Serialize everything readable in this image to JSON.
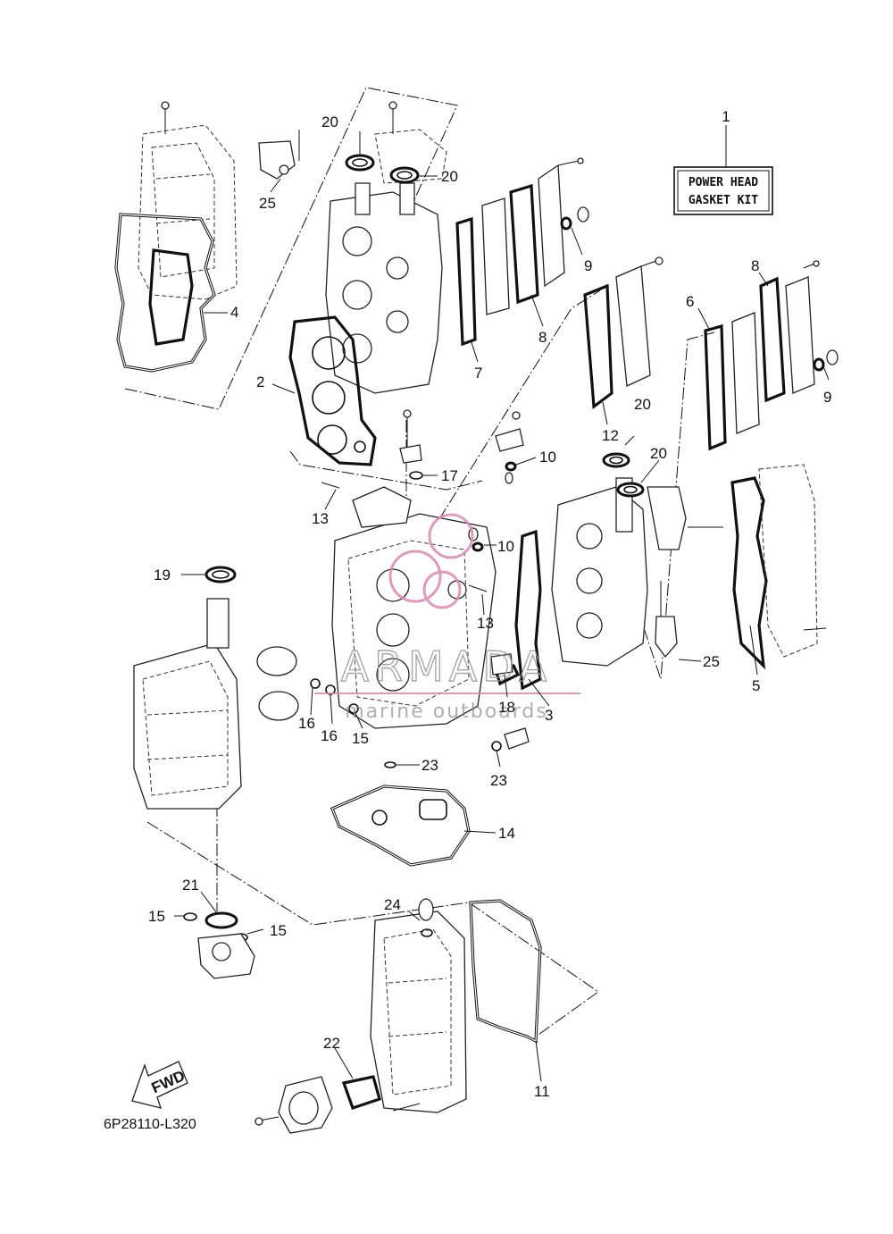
{
  "diagram_code": "6P28110-L320",
  "kit_box": {
    "callout": "1",
    "line1": "POWER HEAD",
    "line2": "GASKET KIT"
  },
  "fwd_label": "FWD",
  "watermark": {
    "brand": "ARMADA",
    "tagline": "marine outboards"
  },
  "callouts": {
    "c20a": "20",
    "c20b": "20",
    "c25a": "25",
    "c4": "4",
    "c2": "2",
    "c7": "7",
    "c8a": "8",
    "c9a": "9",
    "c12": "12",
    "c20c": "20",
    "c20d": "20",
    "c6": "6",
    "c8b": "8",
    "c9b": "9",
    "c10a": "10",
    "c17": "17",
    "c13a": "13",
    "c10b": "10",
    "c13b": "13",
    "c19": "19",
    "c25b": "25",
    "c5": "5",
    "c16a": "16",
    "c16b": "16",
    "c15a": "15",
    "c18": "18",
    "c3": "3",
    "c23a": "23",
    "c23b": "23",
    "c14": "14",
    "c21": "21",
    "c15b": "15",
    "c15c": "15",
    "c24": "24",
    "c22": "22",
    "c11": "11"
  }
}
